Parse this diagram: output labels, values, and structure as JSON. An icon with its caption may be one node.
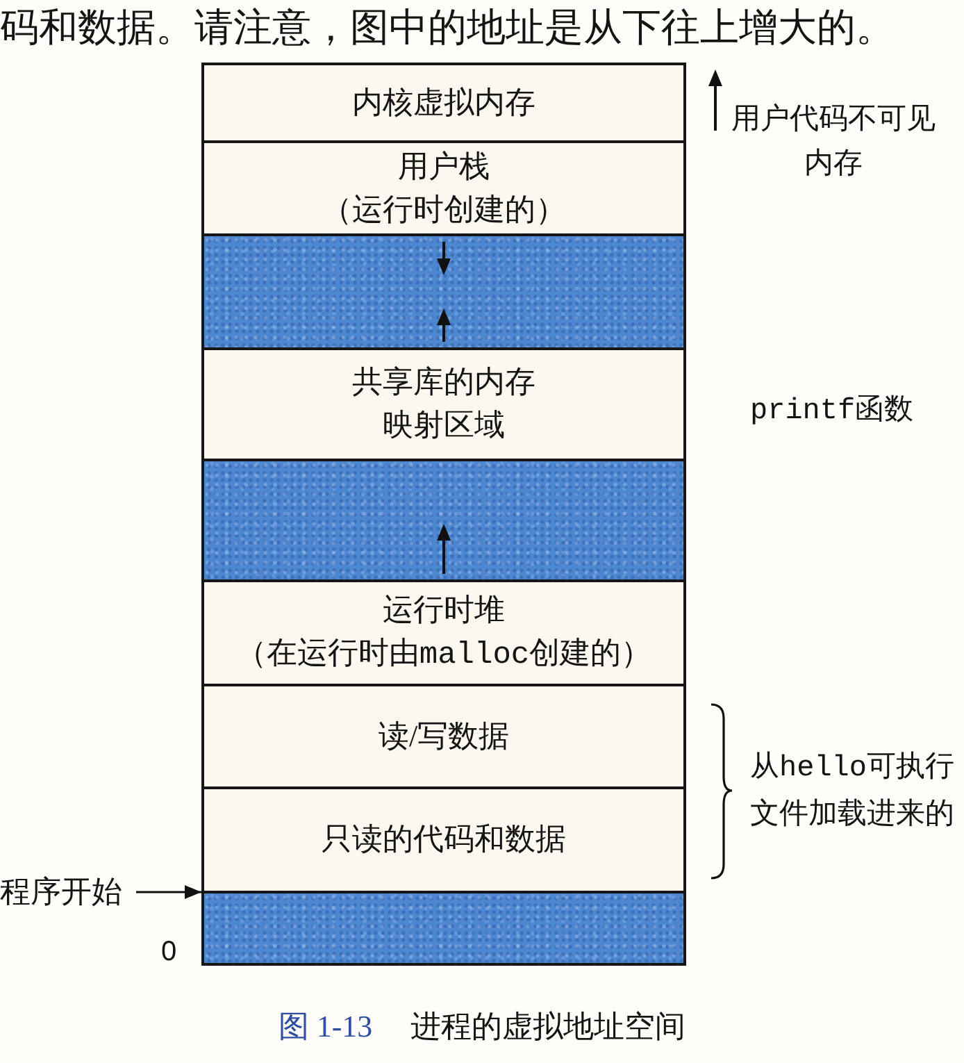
{
  "diagram": {
    "caption": "图 1-13 进程的虚拟地址空间",
    "nodes": [
      {
        "text": [
          "内核虚拟内存"
        ],
        "beside": [
          "用户代码不可见内存"
        ]
      },
      {
        "text": [
          "用户栈",
          "（运行时创建的）"
        ]
      },
      {
        "text": [],
        "shape": "box"
      },
      {
        "text": [
          "共享库的内存映射区域"
        ],
        "beside": [
          "printf函数"
        ]
      },
      {
        "text": [],
        "shape": "box"
      },
      {
        "text": [
          "运行时堆",
          "（在运行时由malloc创建的）"
        ]
      },
      {
        "text": [
          "读/写数据"
        ]
      },
      {
        "text": [
          "只读的代码和数据"
        ]
      },
      {
        "text": [],
        "shape": "box"
      },
      {
        "text": [
          "程序开始"
        ]
      }
    ],
    "edges": [
      {
        "from": 9,
        "to": 7,
        "arrow": "to"
      }
    ],
    "labels": [
      "码和数据。请注意，图中的地址是从下往上增大的。",
      "从hello可执行文件加载进来的",
      "0"
    ]
  }
}
